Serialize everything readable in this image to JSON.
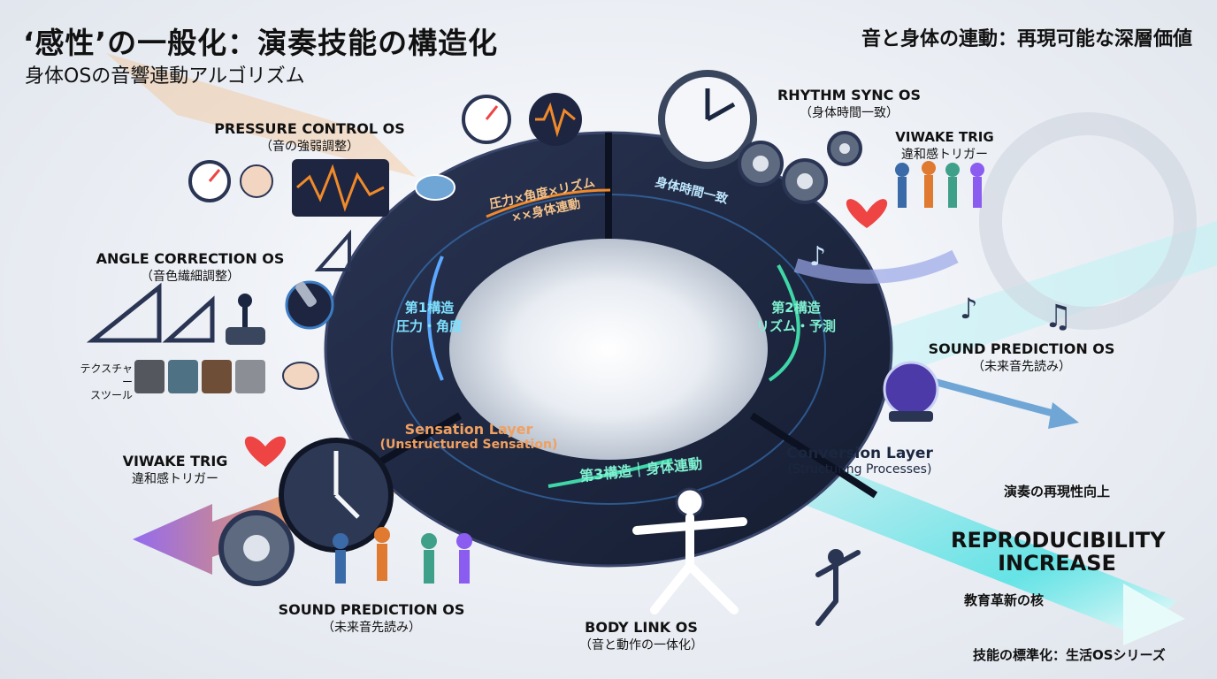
{
  "header": {
    "title": "‘感性’の一般化：演奏技能の構造化",
    "subtitle": "身体OSの音響連動アルゴリズム",
    "right_title": "音と身体の連動：再現可能な深層価値"
  },
  "modules": {
    "pressure": {
      "name": "PRESSURE CONTROL OS",
      "desc": "（音の強弱調整）"
    },
    "angle": {
      "name": "ANGLE CORRECTION OS",
      "desc": "（音色繊細調整）"
    },
    "texture": {
      "line1": "テクスチャー",
      "line2": "スツール"
    },
    "viwake_left": {
      "name": "VIWAKE TRIG",
      "desc": "違和感トリガー"
    },
    "sound_pred_left": {
      "name": "SOUND PREDICTION OS",
      "desc": "（未来音先読み）"
    },
    "rhythm": {
      "name": "RHYTHM SYNC OS",
      "desc": "（身体時間一致）"
    },
    "viwake_right": {
      "name": "VIWAKE TRIG",
      "desc": "違和感トリガー"
    },
    "sound_pred_right": {
      "name": "SOUND PREDICTION OS",
      "desc": "（未来音先読み）"
    },
    "body_link": {
      "name": "BODY LINK OS",
      "desc": "（音と動作の一体化）"
    }
  },
  "ring": {
    "top_line1": "圧力×角度×リズム",
    "top_line2": "××身体連動",
    "top_right": "身体時間一致",
    "struct1_a": "第1構造",
    "struct1_b": "圧力・角度",
    "struct2_a": "第2構造",
    "struct2_b": "リズム・予測",
    "struct3": "第3構造｜身体連動"
  },
  "layers": {
    "sensation": {
      "name": "Sensation Layer",
      "desc": "(Unstructured Sensation)"
    },
    "conversion": {
      "name": "Conversion Layer",
      "desc": "(Structuring Processes)"
    }
  },
  "outcomes": {
    "reproducibility_jp": "演奏の再現性向上",
    "reproducibility_en_1": "REPRODUCIBILITY",
    "reproducibility_en_2": "INCREASE",
    "education": "教育革新の核",
    "standardization": "技能の標準化：生活OSシリーズ"
  },
  "colors": {
    "ring_dark": "#1b2740",
    "accent_orange": "#f08a2a",
    "accent_purple": "#8a5cf0",
    "accent_cyan": "#2fe0e0",
    "accent_teal": "#3fd6a8"
  },
  "icons": [
    "gauge-icon",
    "waveform-icon",
    "pointing-hand-icon",
    "button-icon",
    "clock-icon",
    "gear-icon",
    "heart-icon",
    "dancers-icon",
    "triangle-ruler-icon",
    "joystick-icon",
    "hand-icon",
    "crystal-ball-icon",
    "music-note-icon",
    "runner-icon",
    "dancer-icon"
  ]
}
